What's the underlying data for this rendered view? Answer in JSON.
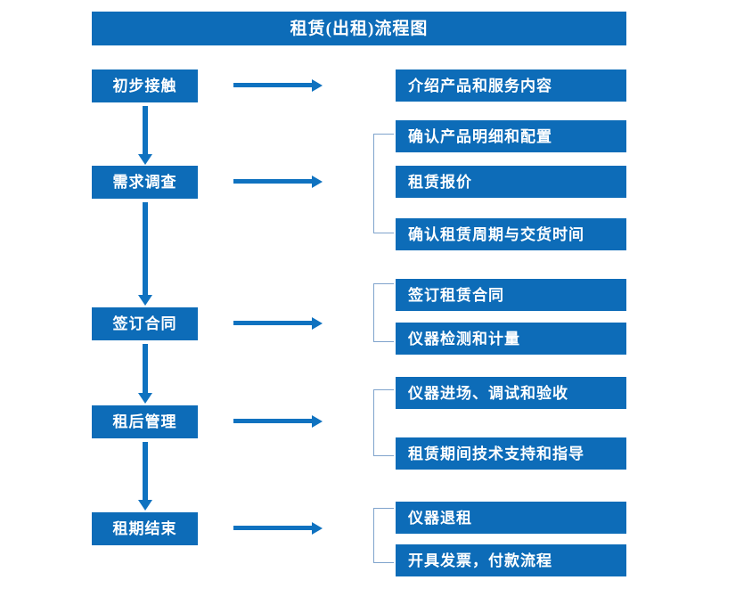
{
  "diagram": {
    "title": "租赁(出租)流程图",
    "accent_color": "#0d6cb8",
    "arrow_color": "#0f72c0",
    "bracket_color": "#7fa3cc",
    "text_color": "#ffffff",
    "background_color": "#ffffff"
  },
  "stages": [
    {
      "id": "stage-1",
      "label": "初步接触"
    },
    {
      "id": "stage-2",
      "label": "需求调查"
    },
    {
      "id": "stage-3",
      "label": "签订合同"
    },
    {
      "id": "stage-4",
      "label": "租后管理"
    },
    {
      "id": "stage-5",
      "label": "租期结束"
    }
  ],
  "details": [
    {
      "id": "detail-1",
      "label": "介绍产品和服务内容"
    },
    {
      "id": "detail-2",
      "label": "确认产品明细和配置"
    },
    {
      "id": "detail-3",
      "label": "租赁报价"
    },
    {
      "id": "detail-4",
      "label": "确认租赁周期与交货时间"
    },
    {
      "id": "detail-5",
      "label": "签订租赁合同"
    },
    {
      "id": "detail-6",
      "label": "仪器检测和计量"
    },
    {
      "id": "detail-7",
      "label": "仪器进场、调试和验收"
    },
    {
      "id": "detail-8",
      "label": "租赁期间技术支持和指导"
    },
    {
      "id": "detail-9",
      "label": "仪器退租"
    },
    {
      "id": "detail-10",
      "label": "开具发票，付款流程"
    }
  ],
  "chart_data": {
    "type": "diagram",
    "title": "租赁(出租)流程图",
    "flow": [
      {
        "stage": "初步接触",
        "outputs": [
          "介绍产品和服务内容"
        ]
      },
      {
        "stage": "需求调查",
        "outputs": [
          "确认产品明细和配置",
          "租赁报价",
          "确认租赁周期与交货时间"
        ]
      },
      {
        "stage": "签订合同",
        "outputs": [
          "签订租赁合同",
          "仪器检测和计量"
        ]
      },
      {
        "stage": "租后管理",
        "outputs": [
          "仪器进场、调试和验收",
          "租赁期间技术支持和指导"
        ]
      },
      {
        "stage": "租期结束",
        "outputs": [
          "仪器退租",
          "开具发票，付款流程"
        ]
      }
    ],
    "stage_sequence": [
      "初步接触",
      "需求调查",
      "签订合同",
      "租后管理",
      "租期结束"
    ]
  }
}
